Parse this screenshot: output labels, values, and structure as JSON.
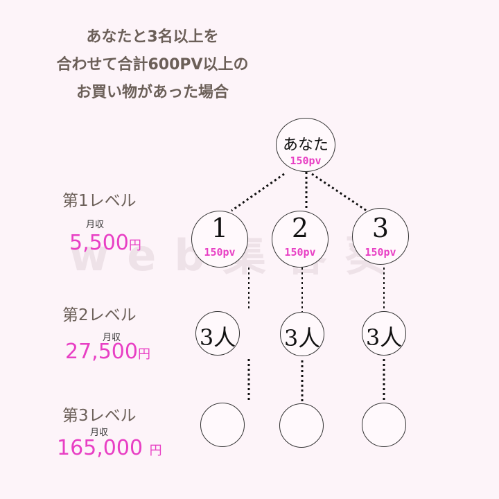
{
  "title": {
    "lines": [
      "あなたと3名以上を",
      "合わせて合計600PV以上の",
      "お買い物があった場合"
    ]
  },
  "watermark": "web集客葵",
  "levels": [
    {
      "label": "第1レベル",
      "income_label": "月収",
      "income": "5,500",
      "unit": "円"
    },
    {
      "label": "第2レベル",
      "income_label": "月収",
      "income": "27,500",
      "unit": "円"
    },
    {
      "label": "第3レベル",
      "income_label": "月収",
      "income": "165,000",
      "unit": "円"
    }
  ],
  "tree": {
    "root": {
      "label": "あなた",
      "pv": "150pv"
    },
    "level1": [
      {
        "label": "1",
        "pv": "150pv"
      },
      {
        "label": "2",
        "pv": "150pv"
      },
      {
        "label": "3",
        "pv": "150pv"
      }
    ],
    "level2": [
      {
        "label": "3人"
      },
      {
        "label": "3人"
      },
      {
        "label": "3人"
      }
    ]
  }
}
